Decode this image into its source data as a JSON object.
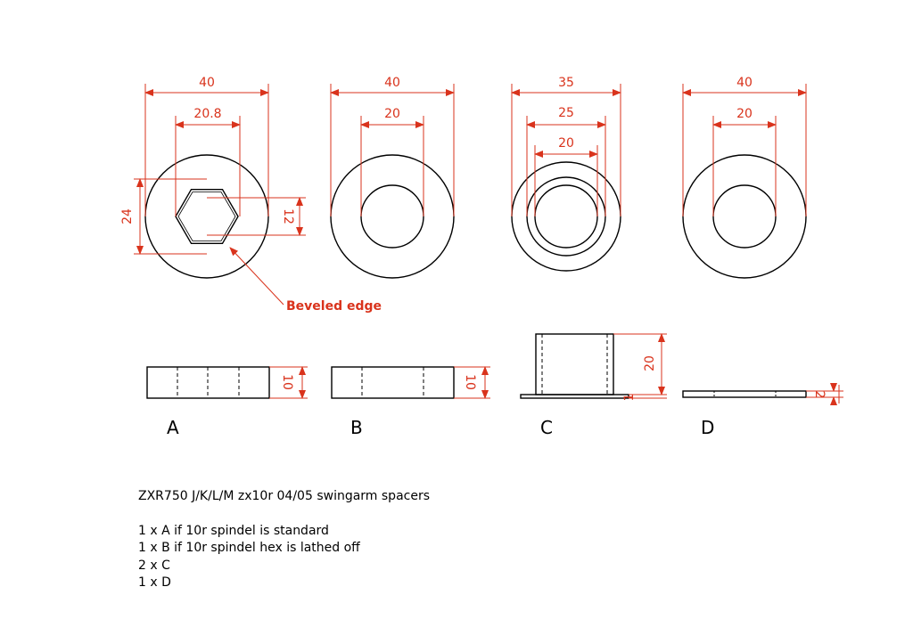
{
  "colors": {
    "dimension": "#d9331c",
    "geometry": "#000000"
  },
  "parts": [
    {
      "label": "A",
      "top_dims": [
        "40",
        "20.8"
      ],
      "side_dims": [
        "24",
        "12"
      ],
      "thickness": "10",
      "note": "Beveled edge"
    },
    {
      "label": "B",
      "top_dims": [
        "40",
        "20"
      ],
      "thickness": "10"
    },
    {
      "label": "C",
      "top_dims": [
        "35",
        "25",
        "20"
      ],
      "height": "20",
      "flange": "1"
    },
    {
      "label": "D",
      "top_dims": [
        "40",
        "20"
      ],
      "thickness": "2"
    }
  ],
  "notes": {
    "title": "ZXR750 J/K/L/M zx10r 04/05 swingarm spacers",
    "lines": [
      "1 x A if 10r spindel is standard",
      "1 x B if 10r spindel hex is lathed off",
      "2 x C",
      "1 x D"
    ]
  }
}
